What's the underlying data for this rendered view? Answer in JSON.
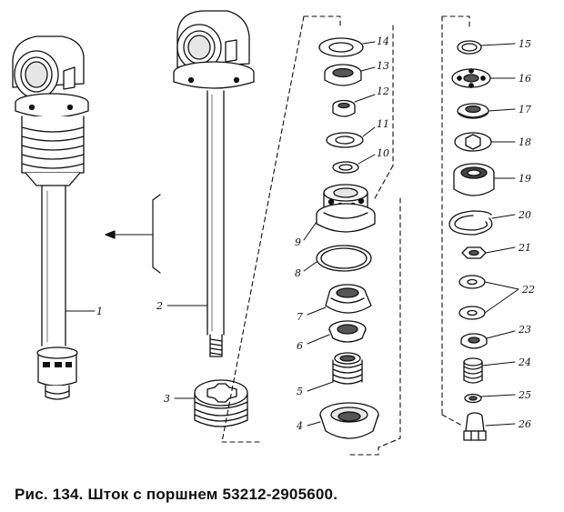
{
  "caption": "Рис. 134. Шток с поршнем 53212-2905600.",
  "callouts": [
    "1",
    "2",
    "3",
    "4",
    "5",
    "6",
    "7",
    "8",
    "9",
    "10",
    "11",
    "12",
    "13",
    "14",
    "15",
    "16",
    "17",
    "18",
    "19",
    "20",
    "21",
    "22",
    "23",
    "24",
    "25",
    "26"
  ]
}
